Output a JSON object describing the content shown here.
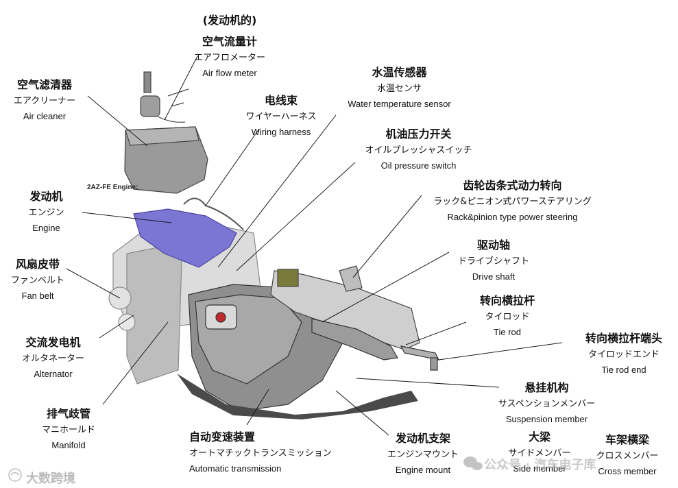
{
  "engine_caption": "2AZ-FE Engine:",
  "labels": {
    "air_flow_meter": {
      "cn_top": "(发动机的)",
      "cn": "空气流量计",
      "jp": "エアフロメーター",
      "en": "Air flow meter"
    },
    "air_cleaner": {
      "cn": "空气滤清器",
      "jp": "エアクリーナー",
      "en": "Air cleaner"
    },
    "wiring_harness": {
      "cn": "电线束",
      "jp": "ワイヤーハーネス",
      "en": "Wiring harness"
    },
    "water_temp_sensor": {
      "cn": "水温传感器",
      "jp": "水温センサ",
      "en": "Water temperature sensor"
    },
    "oil_pressure_switch": {
      "cn": "机油压力开关",
      "jp": "オイルプレッシャスイッチ",
      "en": "Oil pressure switch"
    },
    "rack_pinion": {
      "cn": "齿轮齿条式动力转向",
      "jp": "ラック&ピニオン式パワーステアリング",
      "en": "Rack&pinion type power steering"
    },
    "engine": {
      "cn": "发动机",
      "jp": "エンジン",
      "en": "Engine"
    },
    "drive_shaft": {
      "cn": "驱动轴",
      "jp": "ドライブシャフト",
      "en": "Drive shaft"
    },
    "fan_belt": {
      "cn": "风扇皮带",
      "jp": "ファンベルト",
      "en": "Fan belt"
    },
    "tie_rod": {
      "cn": "转向横拉杆",
      "jp": "タイロッド",
      "en": "Tie rod"
    },
    "tie_rod_end": {
      "cn": "转向横拉杆端头",
      "jp": "タイロッドエンド",
      "en": "Tie rod end"
    },
    "alternator": {
      "cn": "交流发电机",
      "jp": "オルタネーター",
      "en": "Alternator"
    },
    "suspension_member": {
      "cn": "悬挂机构",
      "jp": "サスペンションメンバー",
      "en": "Suspension member"
    },
    "manifold": {
      "cn": "排气歧管",
      "jp": "マニホールド",
      "en": "Manifold"
    },
    "automatic_transmission": {
      "cn": "自动变速装置",
      "jp": "オートマチックトランスミッション",
      "en": "Automatic transmission"
    },
    "engine_mount": {
      "cn": "发动机支架",
      "jp": "エンジンマウント",
      "en": "Engine mount"
    },
    "side_member": {
      "cn": "大梁",
      "jp": "サイドメンバー",
      "en": "Side member"
    },
    "cross_member": {
      "cn": "车架横梁",
      "jp": "クロスメンバー",
      "en": "Cross member"
    }
  },
  "watermarks": {
    "bottom_left": "大数跨境",
    "bottom_right": "公众号 · 汽车电子库"
  },
  "colors": {
    "leader": "#1a1a1a",
    "engine_head": "#7b76d3",
    "engine_gray": "#c9c9c9",
    "transmission": "#8f8f8f",
    "member_dark": "#4a4a4a",
    "olive": "#7a7a3a"
  }
}
